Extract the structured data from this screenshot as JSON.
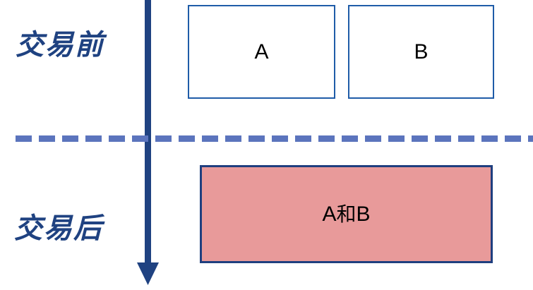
{
  "diagram": {
    "title": "merger-before-after-diagram",
    "phases": [
      {
        "id": "before",
        "label": "交易前"
      },
      {
        "id": "after",
        "label": "交易后"
      }
    ],
    "before_entities": [
      {
        "id": "a",
        "label": "A"
      },
      {
        "id": "b",
        "label": "B"
      }
    ],
    "after_entity": {
      "id": "a-and-b",
      "label": "A和B",
      "label_parts": {
        "first": "A",
        "conjunction": "和",
        "second": "B"
      }
    },
    "timeline": {
      "icon": "down-arrow-icon",
      "direction": "down",
      "color": "#1F4281"
    },
    "divider": {
      "icon": "dashed-divider-icon",
      "style": "dashed",
      "color": "#5B74BD"
    },
    "colors": {
      "label_navy": "#1F4281",
      "box_border_blue": "#1F5CA8",
      "merged_fill_pink": "#E89A9A",
      "merged_border_navy": "#1F3F7F",
      "dash_blue": "#5B74BD",
      "arrow_navy": "#1F4281",
      "text_black": "#000000",
      "background": "#FFFFFF"
    }
  }
}
